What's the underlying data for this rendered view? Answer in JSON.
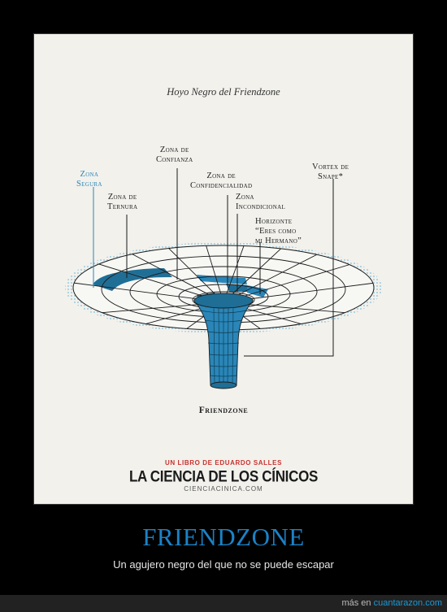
{
  "poster": {
    "title": "Hoyo Negro del Friendzone",
    "labels": {
      "zona_segura": [
        "Zona",
        "Segura"
      ],
      "zona_ternura": [
        "Zona de",
        "Ternura"
      ],
      "zona_confianza": [
        "Zona de",
        "Confianza"
      ],
      "zona_confidencialidad": [
        "Zona de",
        "Confidencialidad"
      ],
      "zona_incondicional": [
        "Zona",
        "Incondicional"
      ],
      "horizonte": [
        "Horizonte",
        "“Eres como",
        "mi Hermano”"
      ],
      "vortex": [
        "Vortex de",
        "Snape*"
      ],
      "friendzone": "Friendzone"
    },
    "book": {
      "subtitle": "UN LIBRO DE EDUARDO SALLES",
      "title": "LA CIENCIA DE LOS CÍNICOS",
      "url": "CIENCIACINICA.COM"
    }
  },
  "caption": {
    "title": "FRIENDZONE",
    "subtitle": "Un agujero negro del que no se puede escapar"
  },
  "footer": {
    "prefix": "más en",
    "site": "cuantarazon.com"
  },
  "colors": {
    "accent_blue": "#2a86b8",
    "dark_blue": "#1f6e96",
    "dot_blue": "#7fbfe0",
    "caption_blue": "#1b82c7",
    "book_red": "#c8322f"
  }
}
